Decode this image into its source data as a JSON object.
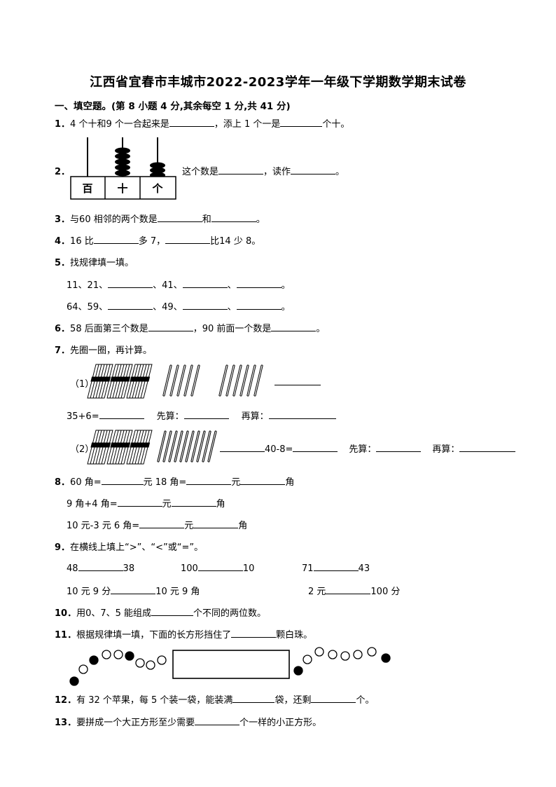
{
  "title": "江西省宜春市丰城市2022-2023学年一年级下学期数学期末试卷",
  "section1": "一、填空题。(第 8 小题 4 分,其余每空 1 分,共 41 分)",
  "q1": {
    "num": "1．",
    "a": "4 个十和9 个一合起来是",
    "b": "，添上 1 个一是",
    "c": "个十。"
  },
  "q2": {
    "num": "2．",
    "a": "这个数是",
    "b": "，读作",
    "c": "。",
    "labels": [
      "百",
      "十",
      "个"
    ]
  },
  "q3": {
    "num": "3．",
    "a": "与60 相邻的两个数是",
    "b": "和",
    "c": "。"
  },
  "q4": {
    "num": "4．",
    "a": "16 比",
    "b": "多 7，",
    "c": "比14 少 8。"
  },
  "q5": {
    "num": "5．",
    "text": "找规律填一填。",
    "row1": [
      "11、21、",
      "、41、",
      "、",
      "。"
    ],
    "row2": [
      "64、59、",
      "、49、",
      "、",
      "。"
    ]
  },
  "q6": {
    "num": "6．",
    "a": "58  后面第三个数是",
    "b": "，90  前面一个数是",
    "c": "。"
  },
  "q7": {
    "num": "7．",
    "text": "先圈一圈，再计算。",
    "p1": "（1）",
    "line1": {
      "eq": "35+6=",
      "first": "先算：",
      "then": "再算："
    },
    "p2": "（2）",
    "line2": {
      "eq": "40-8=",
      "first": "先算：",
      "then": "再算："
    }
  },
  "q8": {
    "num": "8．",
    "l1": [
      "60  角=",
      "元  18 角=",
      "元",
      "角"
    ],
    "l2": [
      "9 角+4  角=",
      "元",
      "角"
    ],
    "l3": [
      "10 元-3 元 6 角=",
      "元",
      "角"
    ]
  },
  "q9": {
    "num": "9．",
    "text": "在横线上填上“>”、“<”或“=”。",
    "r1": [
      [
        "48",
        "38"
      ],
      [
        "100",
        "10"
      ],
      [
        "71",
        "43"
      ]
    ],
    "r2": [
      [
        "10 元 9 分",
        "10 元 9 角"
      ],
      [
        "2 元",
        "100 分"
      ]
    ]
  },
  "q10": {
    "num": "10．",
    "a": "用0、7、5 能组成",
    "b": "个不同的两位数。"
  },
  "q11": {
    "num": "11．",
    "a": "根据规律填一填，下面的长方形挡住了",
    "b": "颗白珠。"
  },
  "q12": {
    "num": "12．",
    "a": "有 32 个苹果，每 5 个装一袋，能装满",
    "b": "袋，还剩",
    "c": "个。"
  },
  "q13": {
    "num": "13．",
    "a": "要拼成一个大正方形至少需要",
    "b": "个一样的小正方形。"
  }
}
